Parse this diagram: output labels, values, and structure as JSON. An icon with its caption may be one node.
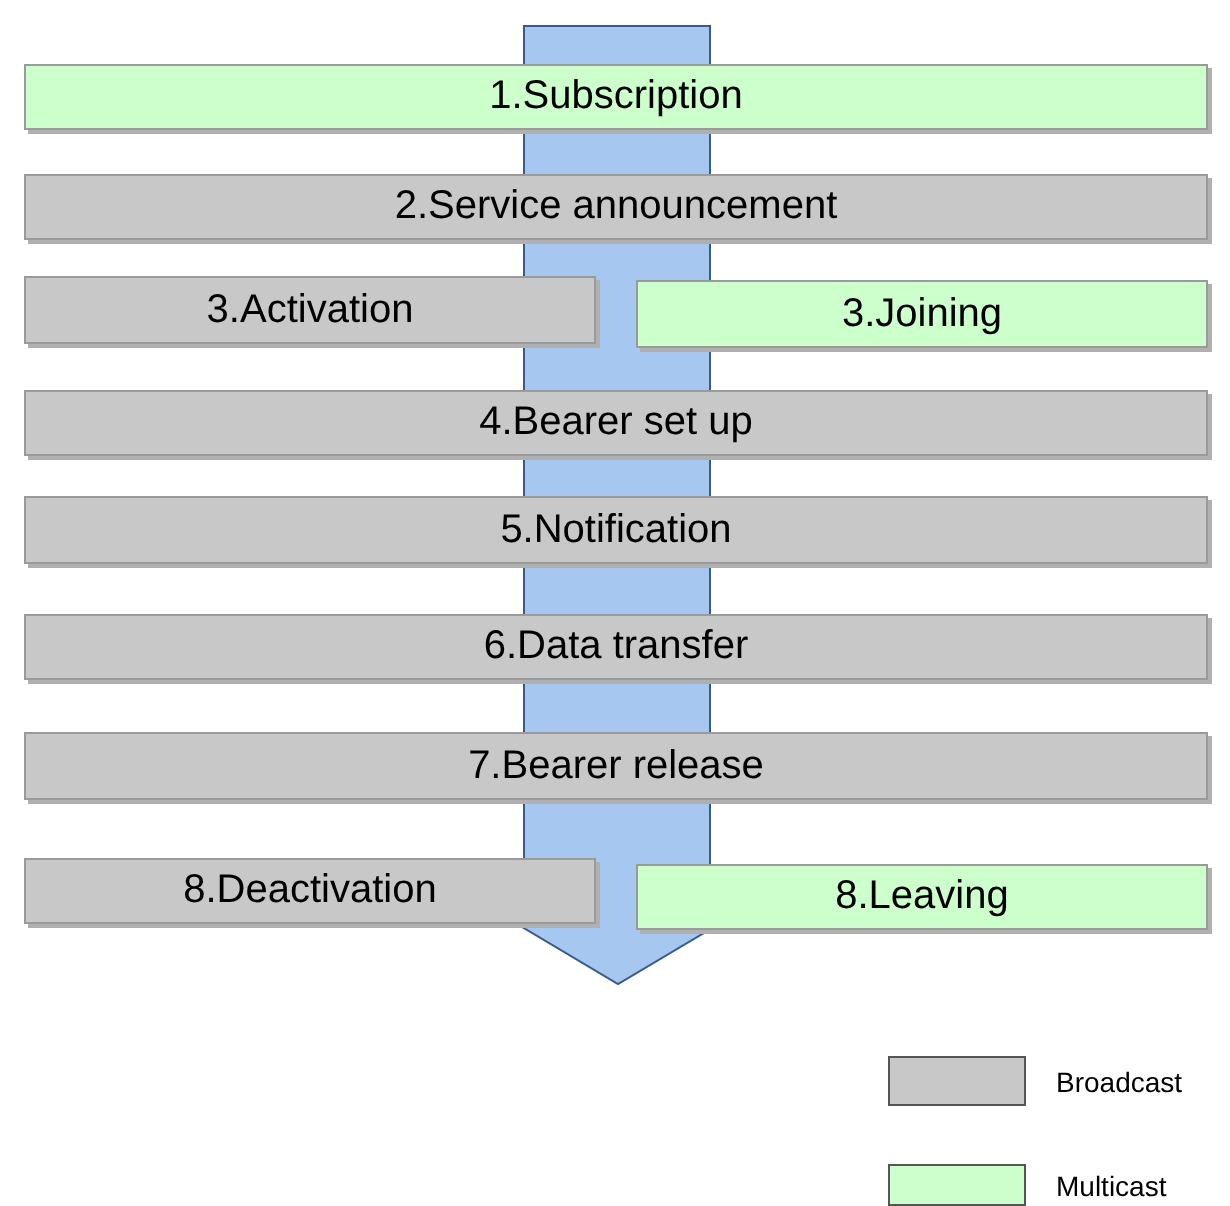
{
  "diagram": {
    "nodes": [
      {
        "text": [
          "1.Subscription"
        ]
      },
      {
        "text": [
          "2.Service announcement"
        ]
      },
      {
        "text": [
          "3.Activation"
        ]
      },
      {
        "text": [
          "3.Joining"
        ]
      },
      {
        "text": [
          "4.Bearer set up"
        ]
      },
      {
        "text": [
          "5.Notification"
        ]
      },
      {
        "text": [
          "6.Data transfer"
        ]
      },
      {
        "text": [
          "7.Bearer release"
        ]
      },
      {
        "text": [
          "8.Deactivation"
        ]
      },
      {
        "text": [
          "8.Leaving"
        ]
      }
    ],
    "legend": [
      {
        "text": "Broadcast",
        "color": "#c8c8c8"
      },
      {
        "text": "Multicast",
        "color": "#ccffcc"
      }
    ]
  }
}
